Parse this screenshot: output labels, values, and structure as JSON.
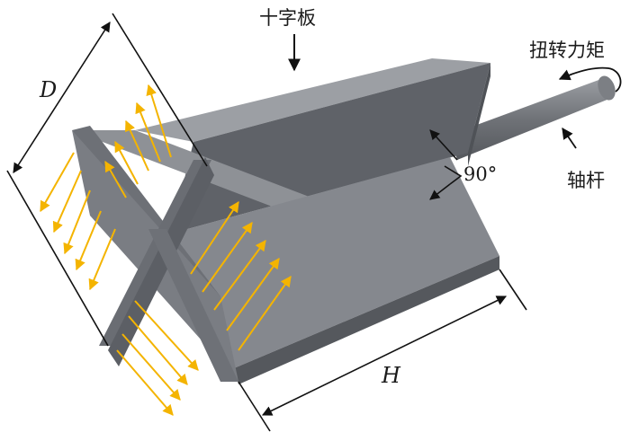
{
  "labels": {
    "cross_plate": "十字板",
    "torque": "扭转力矩",
    "shaft": "轴杆",
    "angle": "90°",
    "diameter": "D",
    "height": "H"
  },
  "colors": {
    "plate_top": "#8a8d92",
    "plate_front": "#7b7e84",
    "plate_dark": "#5d6066",
    "shaft": "#707378",
    "arrow": "#f4b400",
    "line": "#111111"
  }
}
